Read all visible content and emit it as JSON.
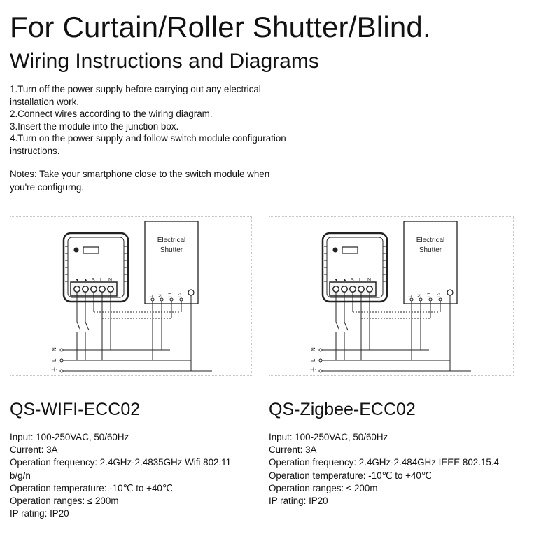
{
  "header": {
    "title": "For Curtain/Roller Shutter/Blind.",
    "subtitle": "Wiring Instructions and Diagrams"
  },
  "instructions": {
    "steps": [
      "1.Turn off the power supply before carrying out any electrical installation work.",
      "2.Connect wires according to the wiring diagram.",
      "3.Insert the module into the junction box.",
      "4.Turn on the power supply and follow switch module configuration instructions."
    ],
    "notes": "Notes: Take your smartphone close to the switch module when you're configurng."
  },
  "diagrams": {
    "shutter_label_line1": "Electrical",
    "shutter_label_line2": "Shutter",
    "shutter_terminals": [
      "L",
      "N",
      "L1",
      "L2"
    ],
    "module_terminals": [
      "▼",
      "▲",
      "S",
      "L",
      "N"
    ],
    "bus_labels": [
      "N",
      "L",
      "⏚"
    ],
    "line_color": "#222222"
  },
  "products": [
    {
      "model": "QS-WIFI-ECC02",
      "specs": [
        "Input: 100-250VAC, 50/60Hz",
        "Current: 3A",
        "Operation frequency: 2.4GHz-2.4835GHz Wifi 802.11 b/g/n",
        "Operation temperature: -10℃ to +40℃",
        "Operation ranges: ≤ 200m",
        "IP rating: IP20"
      ]
    },
    {
      "model": "QS-Zigbee-ECC02",
      "specs": [
        "Input: 100-250VAC, 50/60Hz",
        "Current: 3A",
        "Operation frequency: 2.4GHz-2.484GHz IEEE 802.15.4",
        "Operation temperature: -10℃ to +40℃",
        "Operation ranges: ≤ 200m",
        "IP rating: IP20"
      ]
    }
  ]
}
